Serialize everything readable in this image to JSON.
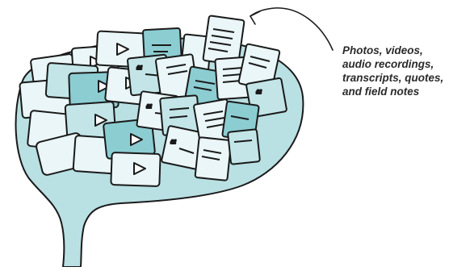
{
  "callout": {
    "lines": [
      "Photos, videos,",
      "audio recordings,",
      "transcripts, quotes,",
      "and field notes"
    ]
  },
  "colors": {
    "funnel": "#b9e0e3",
    "card_light": "#eaf6f7",
    "card_mid": "#c3e5e8",
    "card_dark": "#8ccdd2",
    "stroke": "#1a1a1a"
  },
  "icons": {
    "video_card": "play-icon",
    "quote_card": "quote-icon",
    "note_card": "text-lines-icon",
    "photo_card": "photo-icon"
  }
}
